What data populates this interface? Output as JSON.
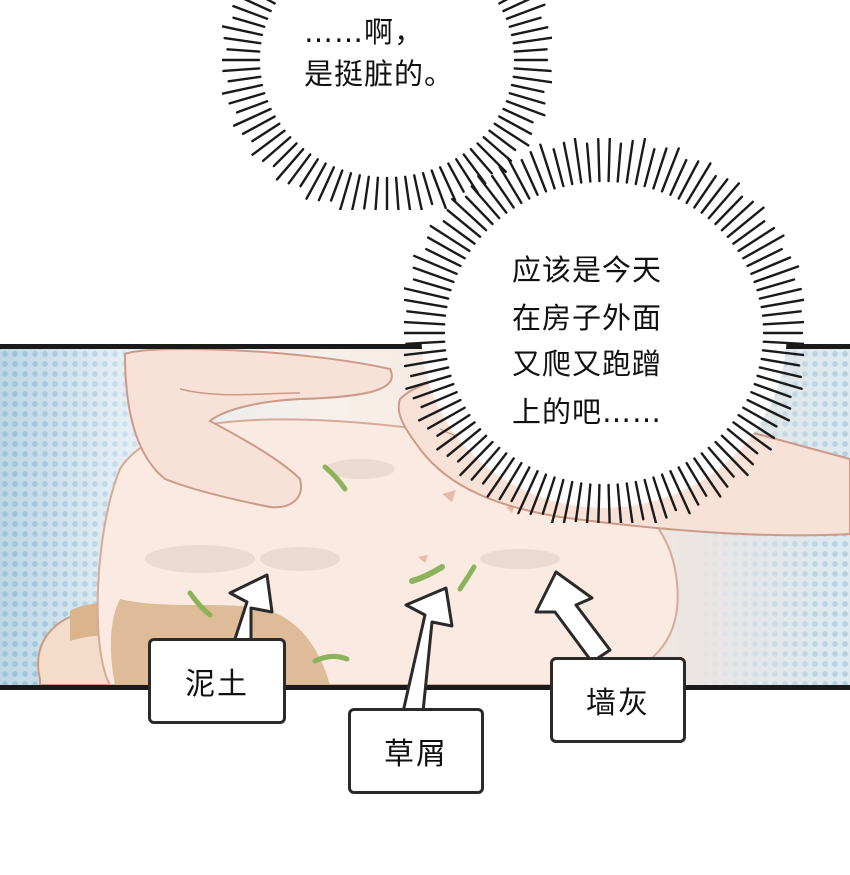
{
  "bubbles": [
    {
      "id": "top",
      "lines": [
        "……啊，",
        "是挺脏的。"
      ]
    },
    {
      "id": "right",
      "lines": [
        "应该是今天",
        "在房子外面",
        "又爬又跑蹭",
        "上的吧……"
      ]
    }
  ],
  "labels": {
    "mud": "泥土",
    "grass": "草屑",
    "wall_dust": "墙灰"
  },
  "colors": {
    "panel_border": "#1a1a1a",
    "skin": "#f8e1d6",
    "fur_tan": "#d9b48c",
    "halftone_blue": "#96bed7",
    "grass_green": "#8bb45a"
  }
}
